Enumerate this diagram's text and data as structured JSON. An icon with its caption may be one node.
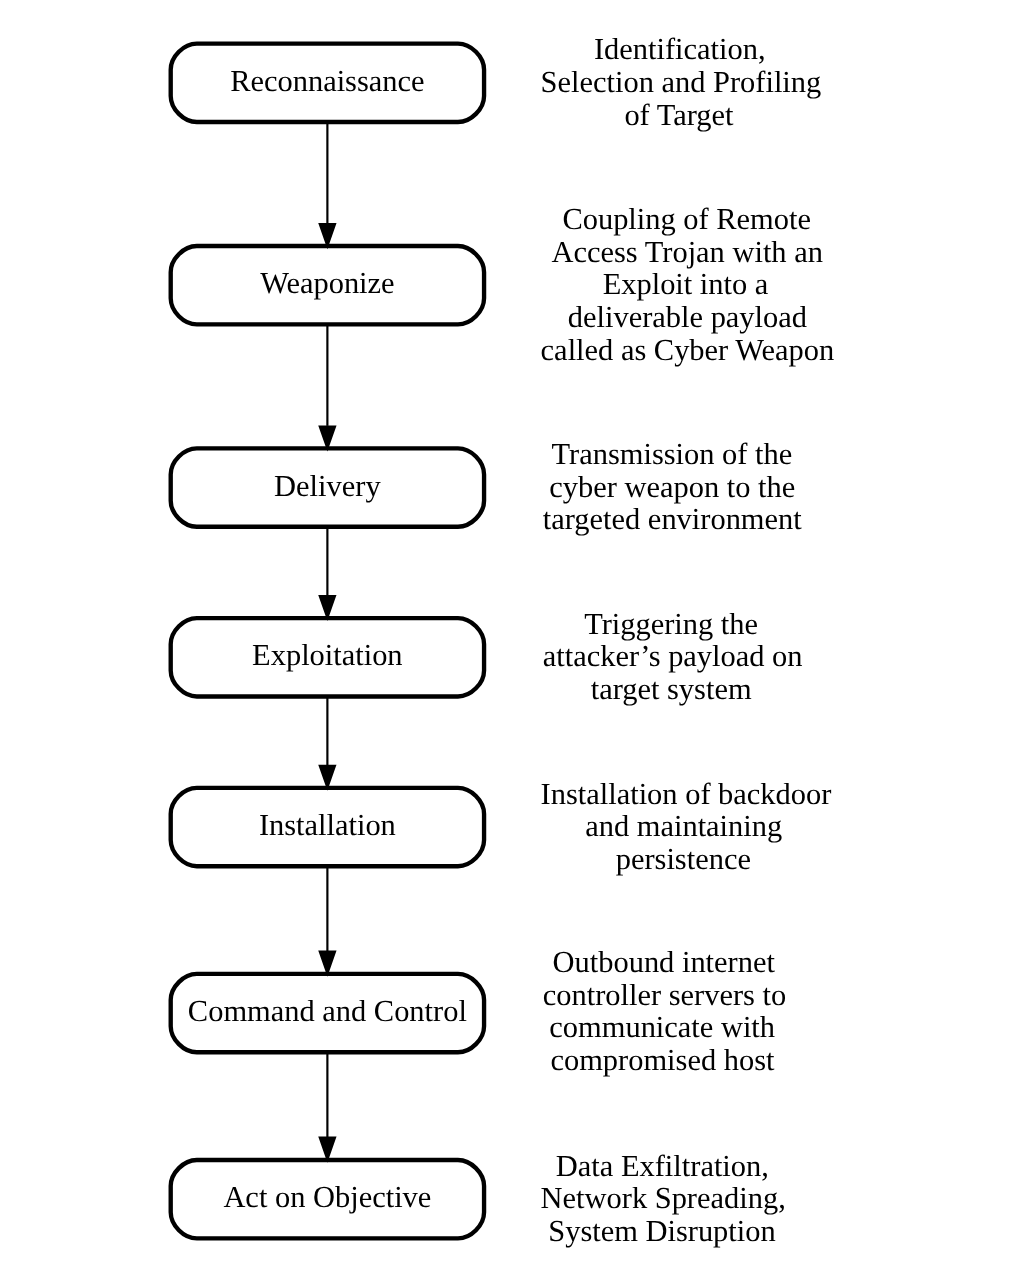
{
  "diagram": {
    "nodes": [
      {
        "text": [
          "Reconnaissance"
        ],
        "beside": [
          "Identification, Selection and Profiling of Target"
        ]
      },
      {
        "text": [
          "Weaponize"
        ],
        "beside": [
          "Coupling of Remote Access Trojan with an Exploit into a deliverable payload called as Cyber Weapon"
        ]
      },
      {
        "text": [
          "Delivery"
        ],
        "beside": [
          "Transmission of the cyber weapon to the targeted environment"
        ]
      },
      {
        "text": [
          "Exploitation"
        ],
        "beside": [
          "Triggering the attacker’s payload on target system"
        ]
      },
      {
        "text": [
          "Installation"
        ],
        "beside": [
          "Installation of backdoor and maintaining persistence"
        ]
      },
      {
        "text": [
          "Command and Control"
        ],
        "beside": [
          "Outbound internet controller servers to communicate with compromised host"
        ]
      },
      {
        "text": [
          "Act on Objective"
        ],
        "beside": [
          "Data Exfiltration, Network Spreading, System Disruption"
        ]
      }
    ],
    "edges": [
      {
        "from": 0,
        "to": 1,
        "arrow": "to"
      },
      {
        "from": 1,
        "to": 2,
        "arrow": "to"
      },
      {
        "from": 2,
        "to": 3,
        "arrow": "to"
      },
      {
        "from": 3,
        "to": 4,
        "arrow": "to"
      },
      {
        "from": 4,
        "to": 5,
        "arrow": "to"
      },
      {
        "from": 5,
        "to": 6,
        "arrow": "to"
      }
    ]
  }
}
